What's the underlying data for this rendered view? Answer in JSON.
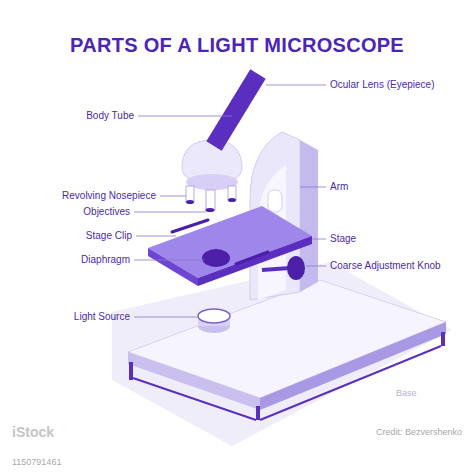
{
  "diagram": {
    "title": "PARTS OF A LIGHT MICROSCOPE",
    "labels": [
      "Ocular Lens (Eyepiece)",
      "Body Tube",
      "Arm",
      "Revolving Nosepiece",
      "Objectives",
      "Stage Clip",
      "Stage",
      "Diaphragm",
      "Coarse Adjustment Knob",
      "Light Source",
      "Base",
      "iStock",
      "Credit: Bezvershenko",
      "1150791461"
    ]
  }
}
